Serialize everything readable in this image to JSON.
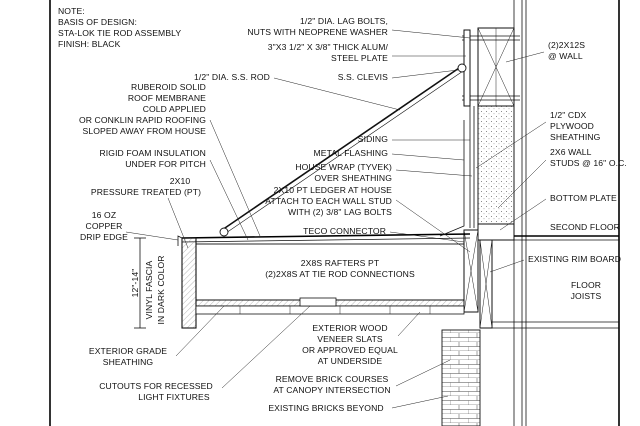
{
  "note": {
    "lines": [
      "NOTE:",
      "BASIS OF DESIGN:",
      "STA-LOK TIE ROD ASSEMBLY",
      "FINISH: BLACK"
    ]
  },
  "labels": {
    "lag_bolts": [
      "1/2\" DIA. LAG BOLTS,",
      "NUTS WITH NEOPRENE WASHER"
    ],
    "alum_plate": [
      "3\"X3 1/2\" X 3/8\" THICK ALUM/",
      "STEEL PLATE"
    ],
    "ss_rod": [
      "1/2\" DIA. S.S. ROD"
    ],
    "ss_clevis": [
      "S.S. CLEVIS"
    ],
    "wall_2x12": [
      "(2)2X12S",
      "@ WALL"
    ],
    "membrane": [
      "RUBEROID SOLID",
      "ROOF MEMBRANE",
      "COLD APPLIED",
      "OR CONKLIN RAPID ROOFING",
      "SLOPED AWAY FROM HOUSE"
    ],
    "siding": [
      "SIDING"
    ],
    "cdx": [
      "1/2\" CDX",
      "PLYWOOD",
      "SHEATHING"
    ],
    "metal_flashing": [
      "METAL FLASHING"
    ],
    "house_wrap": [
      "HOUSE WRAP (TYVEK)",
      "OVER SHEATHING"
    ],
    "wall_studs": [
      "2X6 WALL",
      "STUDS @ 16\" O.C."
    ],
    "foam": [
      "RIGID FOAM INSULATION",
      "UNDER FOR PITCH"
    ],
    "pt_2x10": [
      "2X10",
      "PRESSURE TREATED (PT)"
    ],
    "ledger": [
      "2X10 PT LEDGER AT HOUSE",
      "ATTACH TO EACH WALL STUD",
      "WITH (2) 3/8\" LAG BOLTS"
    ],
    "bottom_plate": [
      "BOTTOM PLATE"
    ],
    "drip_edge": [
      "16 OZ",
      "COPPER",
      "DRIP EDGE"
    ],
    "teco": [
      "TECO CONNECTOR"
    ],
    "second_floor": [
      "SECOND FLOOR"
    ],
    "rafters": [
      "2X8S RAFTERS PT",
      "(2)2X8S AT TIE ROD CONNECTIONS"
    ],
    "rim_board": [
      "EXISTING RIM BOARD"
    ],
    "fascia_dim": [
      "12\"-14\""
    ],
    "fascia": [
      "VINYL FASCIA",
      "IN DARK COLOR"
    ],
    "floor_joists": [
      "FLOOR",
      "JOISTS"
    ],
    "veneer": [
      "EXTERIOR WOOD",
      "VENEER SLATS",
      "OR APPROVED EQUAL",
      "AT UNDERSIDE"
    ],
    "ext_sheathing": [
      "EXTERIOR GRADE",
      "SHEATHING"
    ],
    "brick_courses": [
      "REMOVE BRICK COURSES",
      "AT CANOPY INTERSECTION"
    ],
    "cutouts": [
      "CUTOUTS FOR RECESSED",
      "LIGHT FIXTURES"
    ],
    "bricks_beyond": [
      "EXISTING BRICKS BEYOND"
    ]
  },
  "colors": {
    "line": "#111111",
    "hatch": "#888888",
    "background": "#ffffff"
  }
}
